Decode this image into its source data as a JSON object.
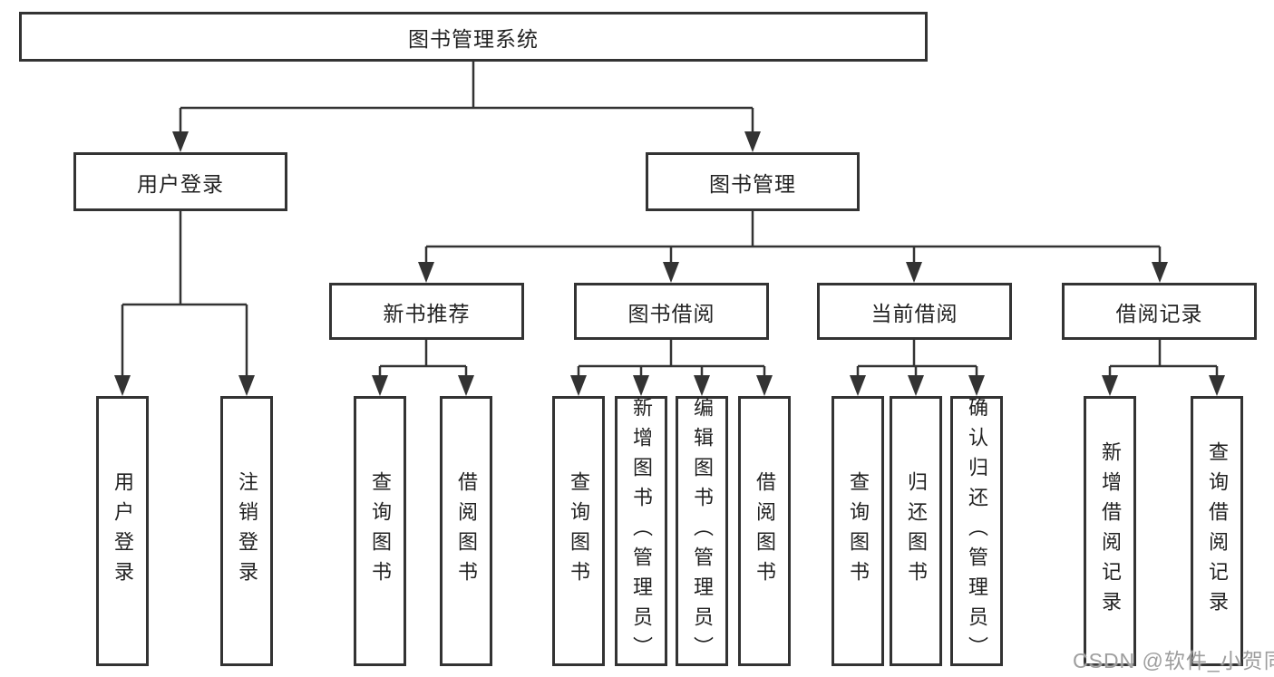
{
  "diagram": {
    "title": "图书管理系统",
    "root": {
      "label": "图书管理系统"
    },
    "level1": [
      {
        "label": "用户登录"
      },
      {
        "label": "图书管理"
      }
    ],
    "level2": [
      {
        "label": "新书推荐"
      },
      {
        "label": "图书借阅"
      },
      {
        "label": "当前借阅"
      },
      {
        "label": "借阅记录"
      }
    ],
    "leaves": {
      "login": [
        "用户登录",
        "注销登录"
      ],
      "newbook": [
        "查询图书",
        "借阅图书"
      ],
      "borrow": [
        "查询图书",
        "新增图书（管理员）",
        "编辑图书（管理员）",
        "借阅图书"
      ],
      "current": [
        "查询图书",
        "归还图书",
        "确认归还（管理员）"
      ],
      "records": [
        "新增借阅记录",
        "查询借阅记录"
      ]
    },
    "watermark": "CSDN @软件_小贺同学",
    "colors": {
      "line": "#333333",
      "text": "#222222",
      "watermark": "#9e9e9e",
      "background": "#ffffff"
    }
  }
}
